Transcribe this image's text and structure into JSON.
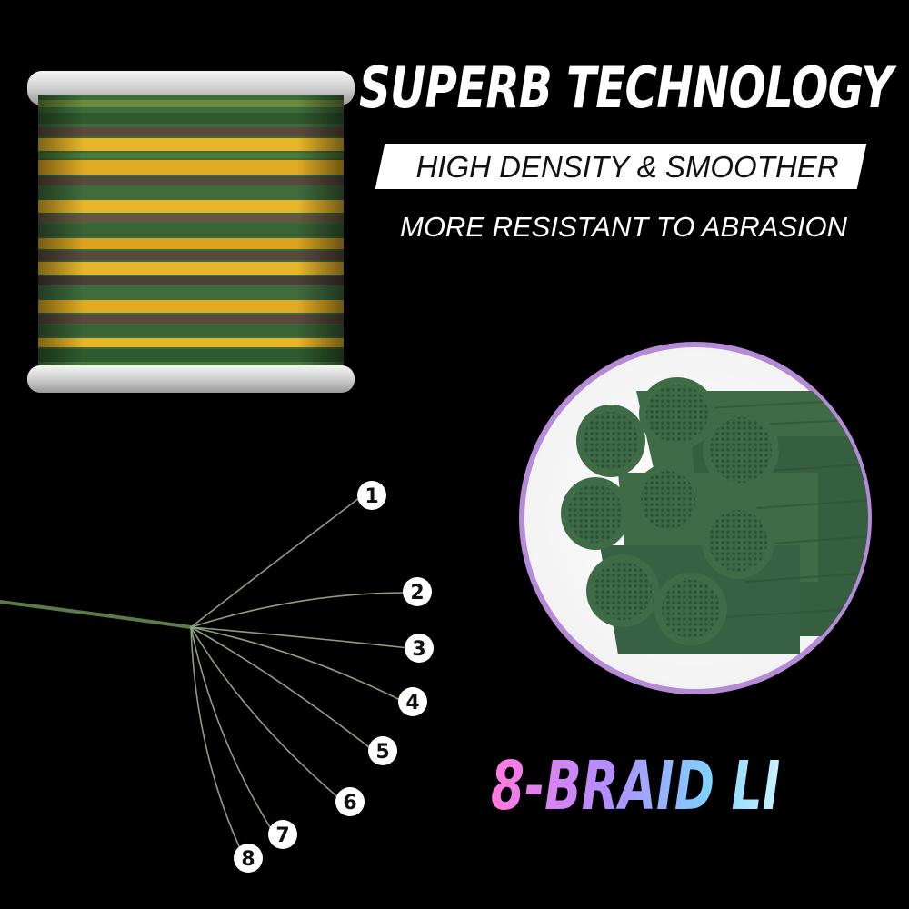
{
  "headline": "SUPERB TECHNOLOGY",
  "banner": "HIGH DENSITY & SMOOTHER",
  "subline": "MORE RESISTANT TO ABRASION",
  "braid_title": "8-BRAID LINES",
  "strands": [
    {
      "label": "1"
    },
    {
      "label": "2"
    },
    {
      "label": "3"
    },
    {
      "label": "4"
    },
    {
      "label": "5"
    },
    {
      "label": "6"
    },
    {
      "label": "7"
    },
    {
      "label": "8"
    }
  ],
  "colors": {
    "background": "#000000",
    "line_green": "#3f6b3d",
    "line_yellow": "#e6b52a",
    "line_brown": "#5a4a3c",
    "strand_green": "#3f6b47",
    "circle_border": "#b58ad6",
    "text": "#ffffff",
    "gradient": [
      "#ff7ae0",
      "#b48cff",
      "#7fd0ff",
      "#c9f2ff"
    ]
  }
}
